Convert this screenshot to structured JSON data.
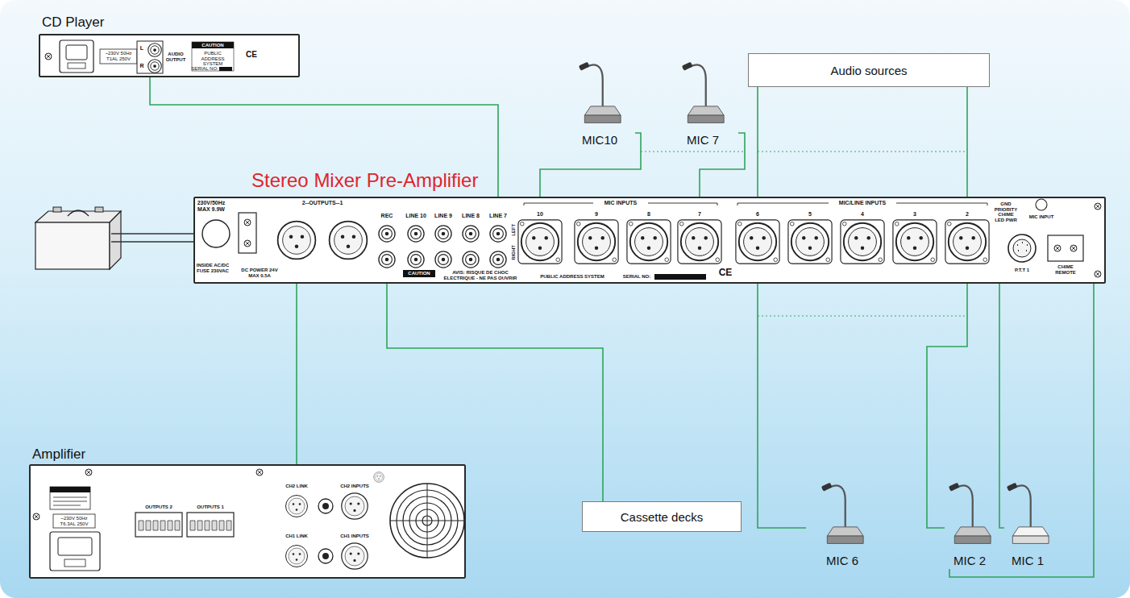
{
  "diagram": {
    "nodes": [
      {
        "text": [
          "CD Player"
        ]
      },
      {
        "text": [
          "MIC10"
        ]
      },
      {
        "text": [
          "MIC 7"
        ]
      },
      {
        "text": [
          "Audio sources"
        ]
      },
      {
        "text": [
          "Stereo Mixer Pre-Amplifier"
        ]
      },
      {
        "text": [
          "Amplifier"
        ]
      },
      {
        "text": [
          "Cassette decks"
        ]
      },
      {
        "text": [
          "MIC 6"
        ]
      },
      {
        "text": [
          "MIC 2"
        ]
      },
      {
        "text": [
          "MIC 1"
        ]
      }
    ],
    "edges": [
      {
        "from": 0,
        "to": 4,
        "arrow": "none"
      },
      {
        "from": 1,
        "to": 4,
        "arrow": "none"
      },
      {
        "from": 2,
        "to": 4,
        "arrow": "none"
      },
      {
        "from": 3,
        "to": 4,
        "arrow": "none"
      },
      {
        "from": 3,
        "to": 4,
        "arrow": "none"
      },
      {
        "from": 7,
        "to": 4,
        "arrow": "none"
      },
      {
        "from": 8,
        "to": 4,
        "arrow": "none"
      },
      {
        "from": 9,
        "to": 4,
        "arrow": "none"
      },
      {
        "from": 4,
        "to": 8,
        "arrow": "none"
      },
      {
        "from": 4,
        "to": 6,
        "arrow": "none"
      },
      {
        "from": 4,
        "to": 5,
        "arrow": "none"
      }
    ],
    "labels": [
      "~230V 50Hz T1AL 250V",
      "L",
      "R",
      "AUDIO OUTPUT",
      "CAUTION",
      "PUBLIC ADDRESS SYSTEM",
      "SERIAL NO:",
      "CE",
      "230V/50Hz MAX 9.9W",
      "INSIDE AC/DC FUSE 230VAC",
      "DC POWER 24V MAX 0.5A",
      "2--OUTPUTS--1",
      "REC",
      "LINE 10",
      "LINE 9",
      "LINE 8",
      "LINE 7",
      "LEFT",
      "RIGHT",
      "MIC INPUTS",
      "10",
      "9",
      "8",
      "7",
      "MIC/LINE INPUTS",
      "6",
      "5",
      "4",
      "3",
      "2",
      "CAUTION",
      "AVIS: RISQUE DE CHOC ELECTRIQUE - NE PAS OUVRIR",
      "PUBLIC ADDRESS SYSTEM",
      "SERIAL NO:",
      "CE",
      "GND PRIORITY CHIME LED PWR",
      "MIC INPUT",
      "P.T.T 1",
      "CHIME REMOTE",
      "~230V 50Hz T6.3AL 250V",
      "OUTPUTS 2",
      "OUTPUTS 1",
      "CH2 LINK",
      "CH1 LINK",
      "CH2 INPUTS",
      "CH1 INPUTS"
    ]
  }
}
